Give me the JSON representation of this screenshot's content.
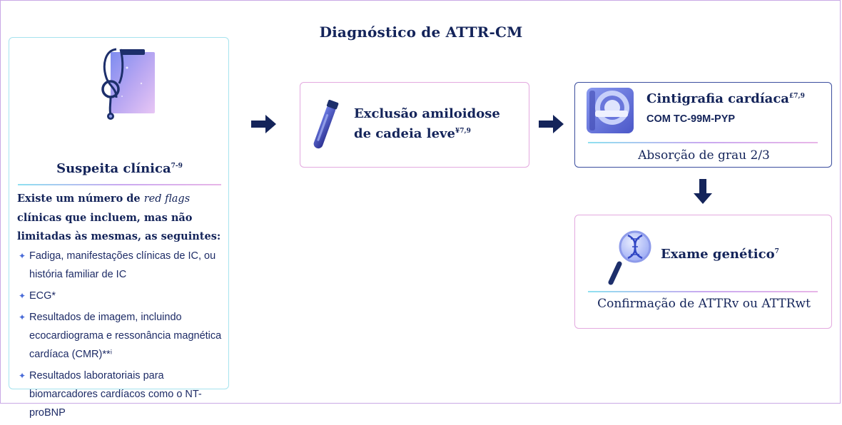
{
  "title": "Diagnóstico de ATTR-CM",
  "suspicion": {
    "title": "Suspeita clínica",
    "title_sup": "7-9",
    "intro_before": "Existe um número de ",
    "intro_em": "red flags",
    "intro_after": " clínicas que incluem, mas não limitadas às mesmas, as seguintes:",
    "bullets": [
      "Fadiga, manifestações clínicas de IC, ou história familiar de IC",
      "ECG*",
      "Resultados de imagem, incluindo ecocardiograma e ressonância magnética cardíaca (CMR)**ⁱ",
      "Resultados laboratoriais para biomarcadores cardíacos como o NT-proBNP"
    ]
  },
  "exclusion": {
    "title_line1": "Exclusão amiloidose",
    "title_line2": "de cadeia leve",
    "title_sup": "¥7,9"
  },
  "scintigraphy": {
    "title": "Cintigrafia cardíaca",
    "title_sup": "£7,9",
    "subtitle": "COM TC-99M-PYP",
    "result": "Absorção de grau 2/3"
  },
  "genetic": {
    "title": "Exame genético",
    "title_sup": "7",
    "result": "Confirmação de ATTRv ou ATTRwt"
  },
  "colors": {
    "navy": "#14245a",
    "cyan_border": "#a6e3ee",
    "pink_border": "#e3a9df",
    "blue_border": "#3b4d9e",
    "bullet": "#4a6bd8"
  }
}
